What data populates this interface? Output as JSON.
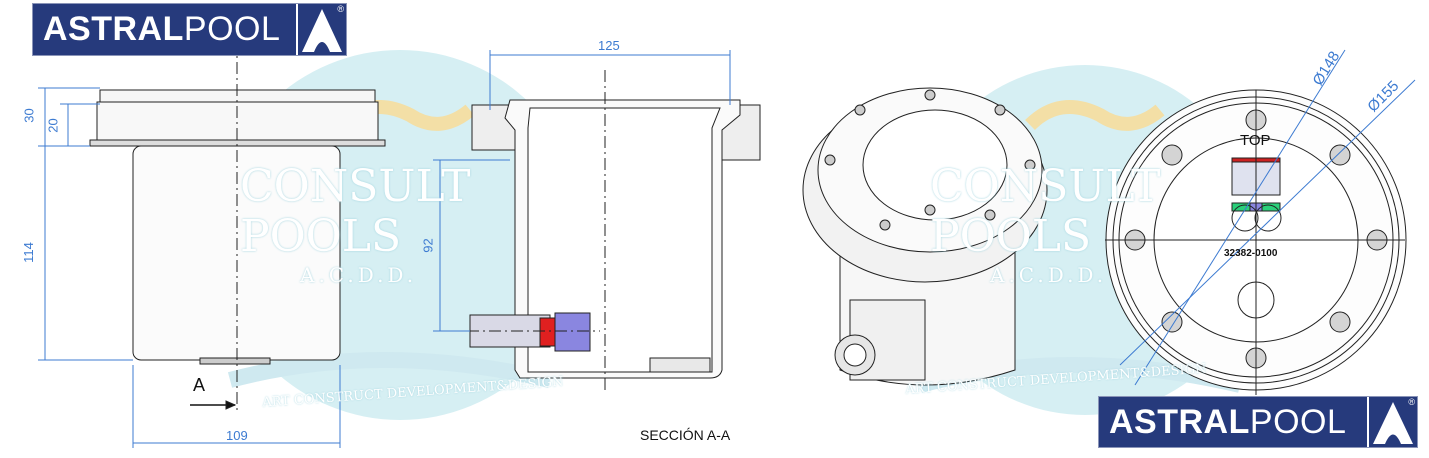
{
  "brand": {
    "name_bold": "ASTRAL",
    "name_light": "POOL",
    "registered": "®"
  },
  "watermark": {
    "line1": "CONSULT",
    "line2": "POOLS",
    "line3": "A.C.D.D.",
    "tagline": "ART CONSTRUCT DEVELOPMENT&DESIGN"
  },
  "side_view": {
    "dims": {
      "flange_total": "30",
      "flange": "20",
      "body_height": "114",
      "width": "109"
    },
    "section_marker": "A"
  },
  "section_view": {
    "dims": {
      "width": "125",
      "height": "92"
    },
    "caption": "SECCIÓN A-A"
  },
  "top_view": {
    "top_label": "TOP",
    "part_number": "32382-0100",
    "dims": {
      "inner_diameter": "Ø148",
      "outer_diameter": "Ø155"
    }
  },
  "colors": {
    "brand_blue": "#263a7c",
    "dimension_blue": "#3d7bd1",
    "watermark_cyan": "#d3eef2"
  }
}
